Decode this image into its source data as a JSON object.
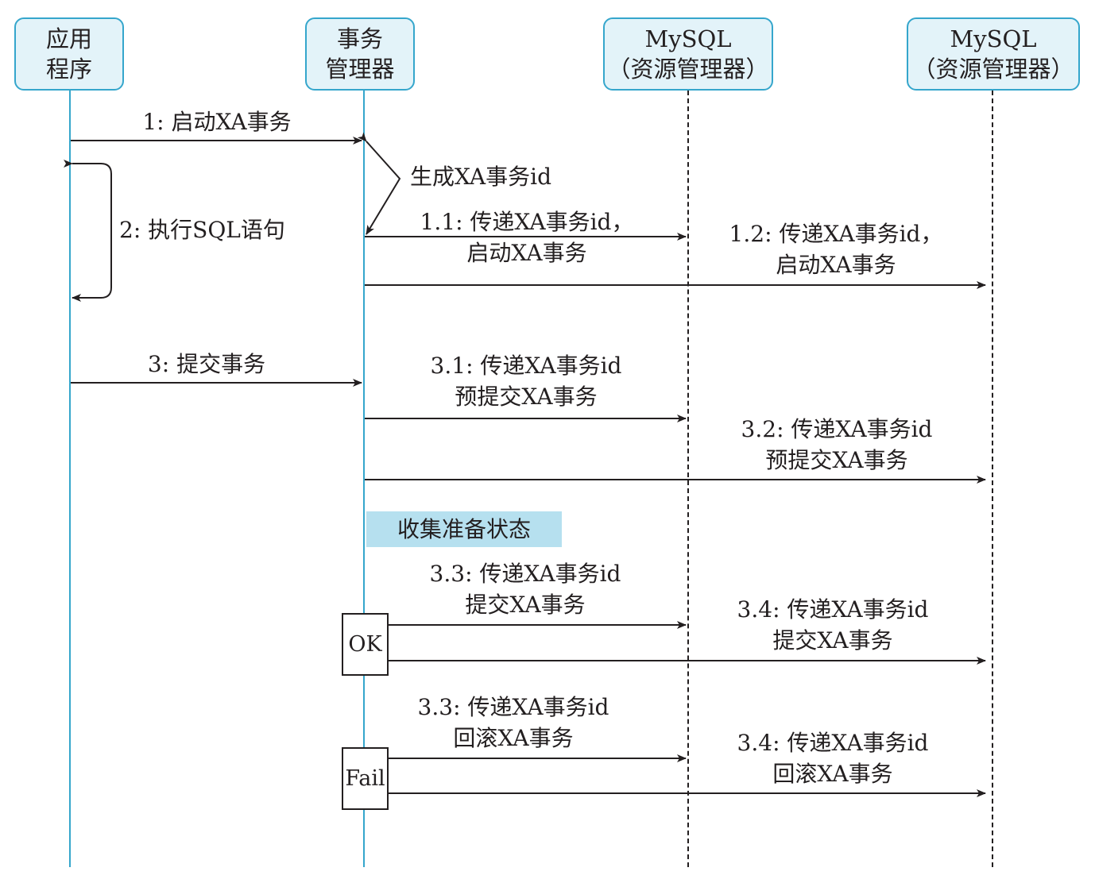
{
  "participants": [
    {
      "line1": "应用",
      "line2": "程序"
    },
    {
      "line1": "事务",
      "line2": "管理器"
    },
    {
      "line1": "MySQL",
      "line2": "（资源管理器）"
    },
    {
      "line1": "MySQL",
      "line2": "（资源管理器）"
    }
  ],
  "messages": {
    "m1": {
      "line1": "1: 启动XA事务"
    },
    "self_tm": {
      "line1": "生成XA事务id"
    },
    "self_app": {
      "line1": "2: 执行SQL语句"
    },
    "m1_1": {
      "line1": "1.1: 传递XA事务id，",
      "line2": "启动XA事务"
    },
    "m1_2": {
      "line1": "1.2: 传递XA事务id，",
      "line2": "启动XA事务"
    },
    "m3": {
      "line1": "3: 提交事务"
    },
    "m3_1": {
      "line1": "3.1: 传递XA事务id",
      "line2": "预提交XA事务"
    },
    "m3_2": {
      "line1": "3.2: 传递XA事务id",
      "line2": "预提交XA事务"
    },
    "m3_3_ok": {
      "line1": "3.3: 传递XA事务id",
      "line2": "提交XA事务"
    },
    "m3_4_ok": {
      "line1": "3.4: 传递XA事务id",
      "line2": "提交XA事务"
    },
    "m3_3_fail": {
      "line1": "3.3: 传递XA事务id",
      "line2": "回滚XA事务"
    },
    "m3_4_fail": {
      "line1": "3.4: 传递XA事务id",
      "line2": "回滚XA事务"
    }
  },
  "note": "收集准备状态",
  "status": {
    "ok": "OK",
    "fail": "Fail"
  },
  "colors": {
    "accent": "#35a6cc",
    "box_fill": "#e3f3f9",
    "note_fill": "#b6e0ef",
    "ink": "#231f20"
  }
}
